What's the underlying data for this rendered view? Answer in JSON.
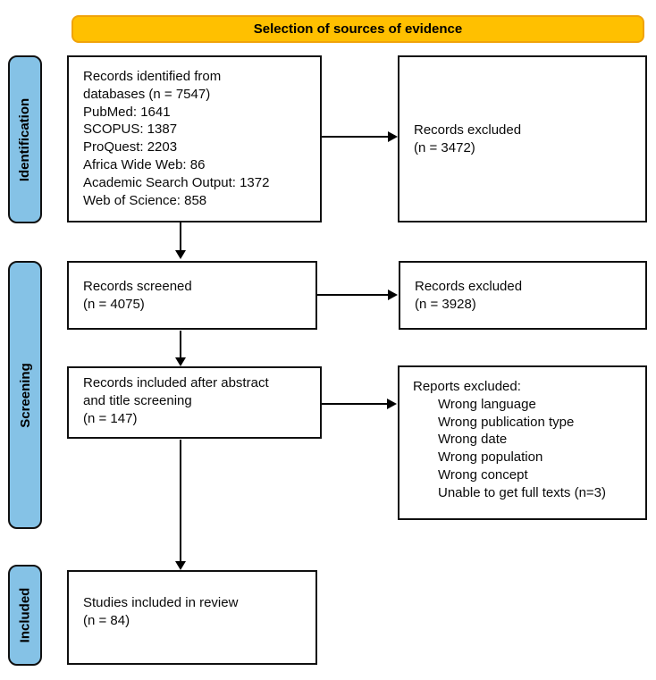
{
  "title": {
    "label": "Selection of sources of evidence"
  },
  "colors": {
    "title_bg": "#FFC000",
    "title_border": "#F0A30A",
    "stage_bg": "#85C2E6",
    "line_color": "#000000"
  },
  "stages": {
    "identification": "Identification",
    "screening": "Screening",
    "included": "Included"
  },
  "boxes": {
    "identified": {
      "text": "Records identified from\ndatabases (n = 7547)\nPubMed: 1641\nSCOPUS: 1387\nProQuest: 2203\nAfrica Wide Web: 86\nAcademic Search Output: 1372\nWeb of Science: 858"
    },
    "excluded_1": {
      "text": "Records excluded\n(n = 3472)"
    },
    "screened": {
      "text": "Records screened\n(n = 4075)"
    },
    "excluded_2": {
      "text": "Records excluded\n(n = 3928)"
    },
    "abstract_screening": {
      "text": "Records included after abstract\nand title screening\n(n = 147)"
    },
    "reports_excluded": {
      "header": "Reports excluded:",
      "reasons": [
        "Wrong language",
        "Wrong publication type",
        "Wrong date",
        "Wrong population",
        "Wrong concept",
        "Unable to get full texts (n=3)"
      ]
    },
    "included_review": {
      "text": "Studies included in review\n(n = 84)"
    }
  }
}
